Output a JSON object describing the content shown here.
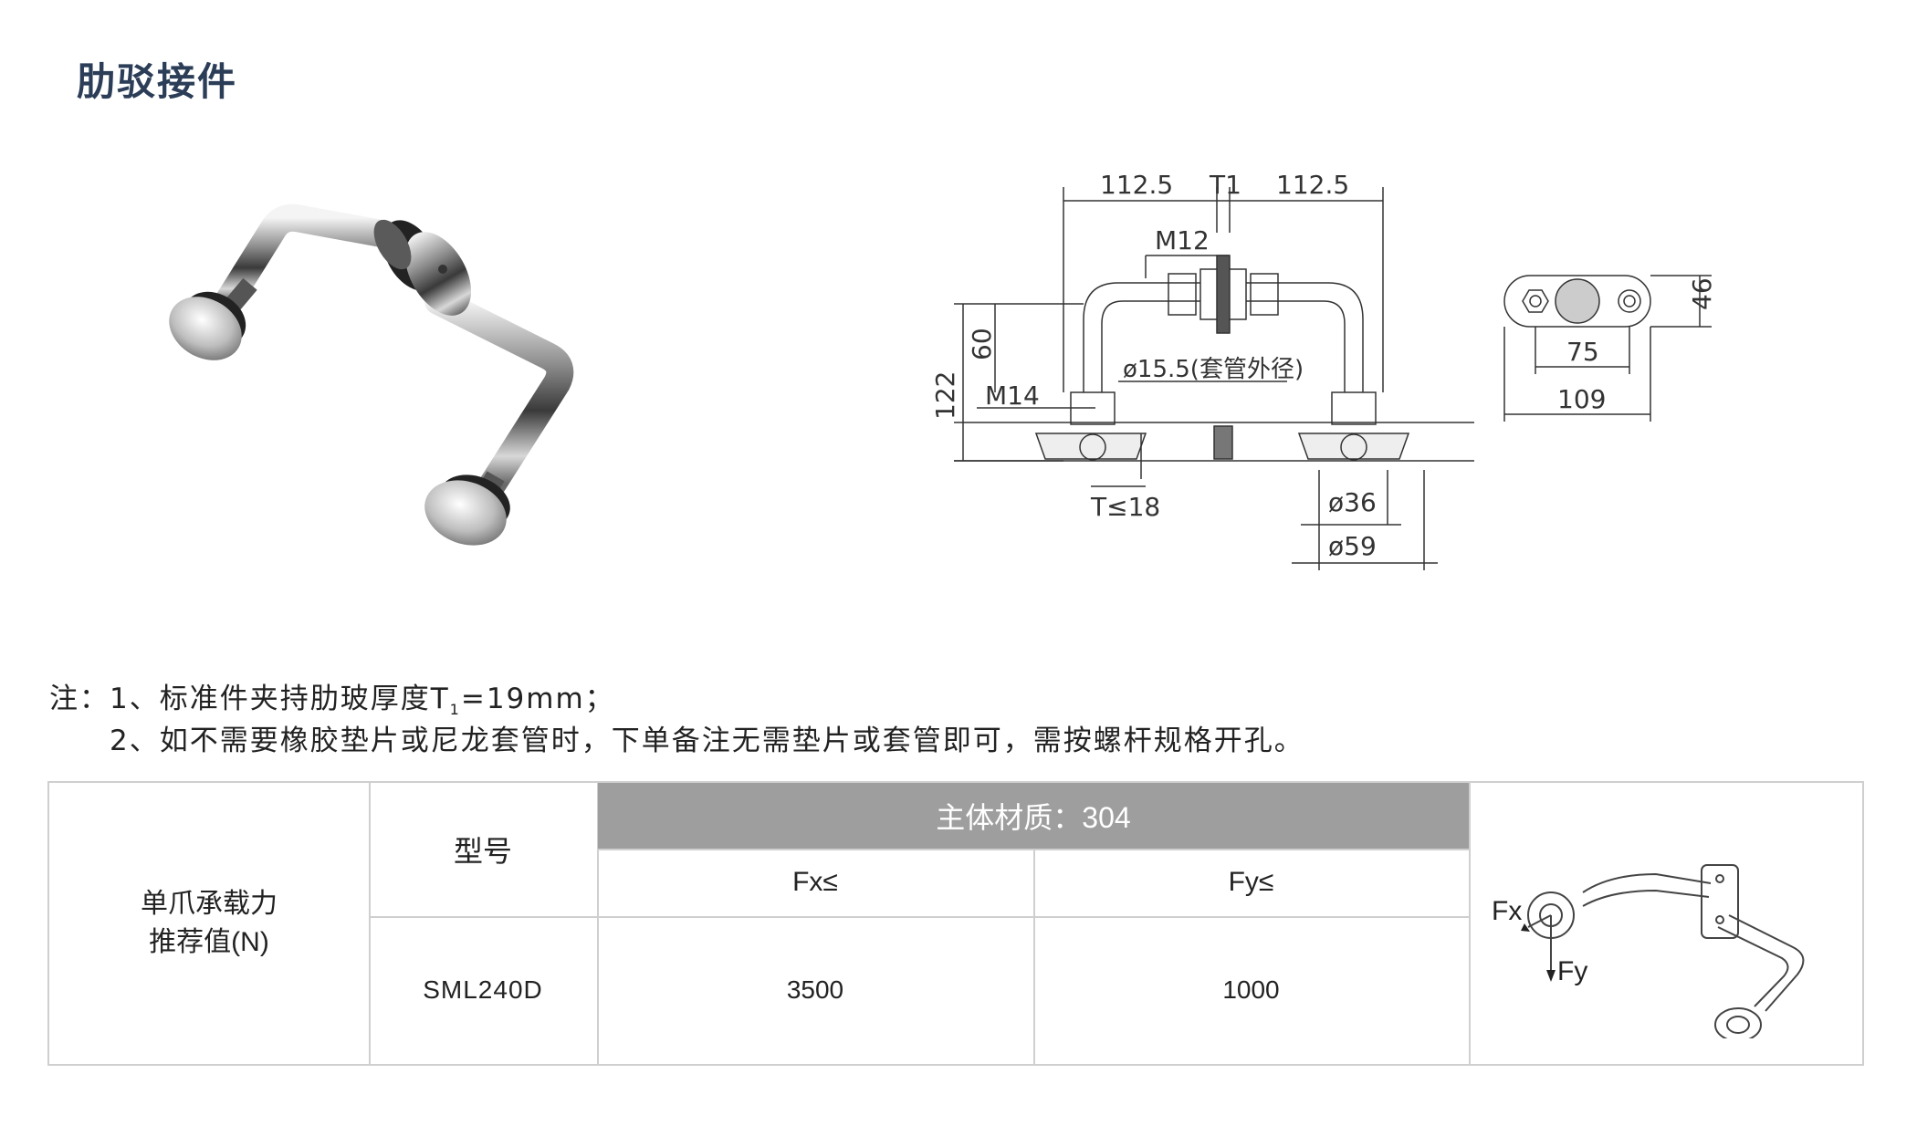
{
  "page": {
    "title": "肋驳接件"
  },
  "drawing": {
    "dim_left_span": "112.5",
    "dim_thickness": "T1",
    "dim_right_span": "112.5",
    "bolt_m12": "M12",
    "height_60": "60",
    "height_122": "122",
    "bolt_m14": "M14",
    "tube_diameter": "ø15.5(套管外径)",
    "max_thickness": "T≤18",
    "diameter_36": "ø36",
    "diameter_59": "ø59",
    "side_height": "46",
    "side_hole_span": "75",
    "side_total_width": "109"
  },
  "notes": {
    "line1_prefix": "注：1、标准件夹持肋玻厚度T",
    "line1_sub": "1",
    "line1_suffix": "=19mm；",
    "line2": "2、如不需要橡胶垫片或尼龙套管时，下单备注无需垫片或套管即可，需按螺杆规格开孔。"
  },
  "table": {
    "load_label_line1": "单爪承载力",
    "load_label_line2": "推荐值(N)",
    "model_header": "型号",
    "material_header": "主体材质：304",
    "fx_header": "Fx≤",
    "fy_header": "Fy≤",
    "rows": [
      {
        "model": "SML240D",
        "fx": "3500",
        "fy": "1000"
      }
    ],
    "diagram_fx_label": "Fx",
    "diagram_fy_label": "Fy"
  },
  "colors": {
    "title": "#2b3d57",
    "header_bg": "#9e9e9e",
    "grid_line": "#cfcfcf"
  }
}
